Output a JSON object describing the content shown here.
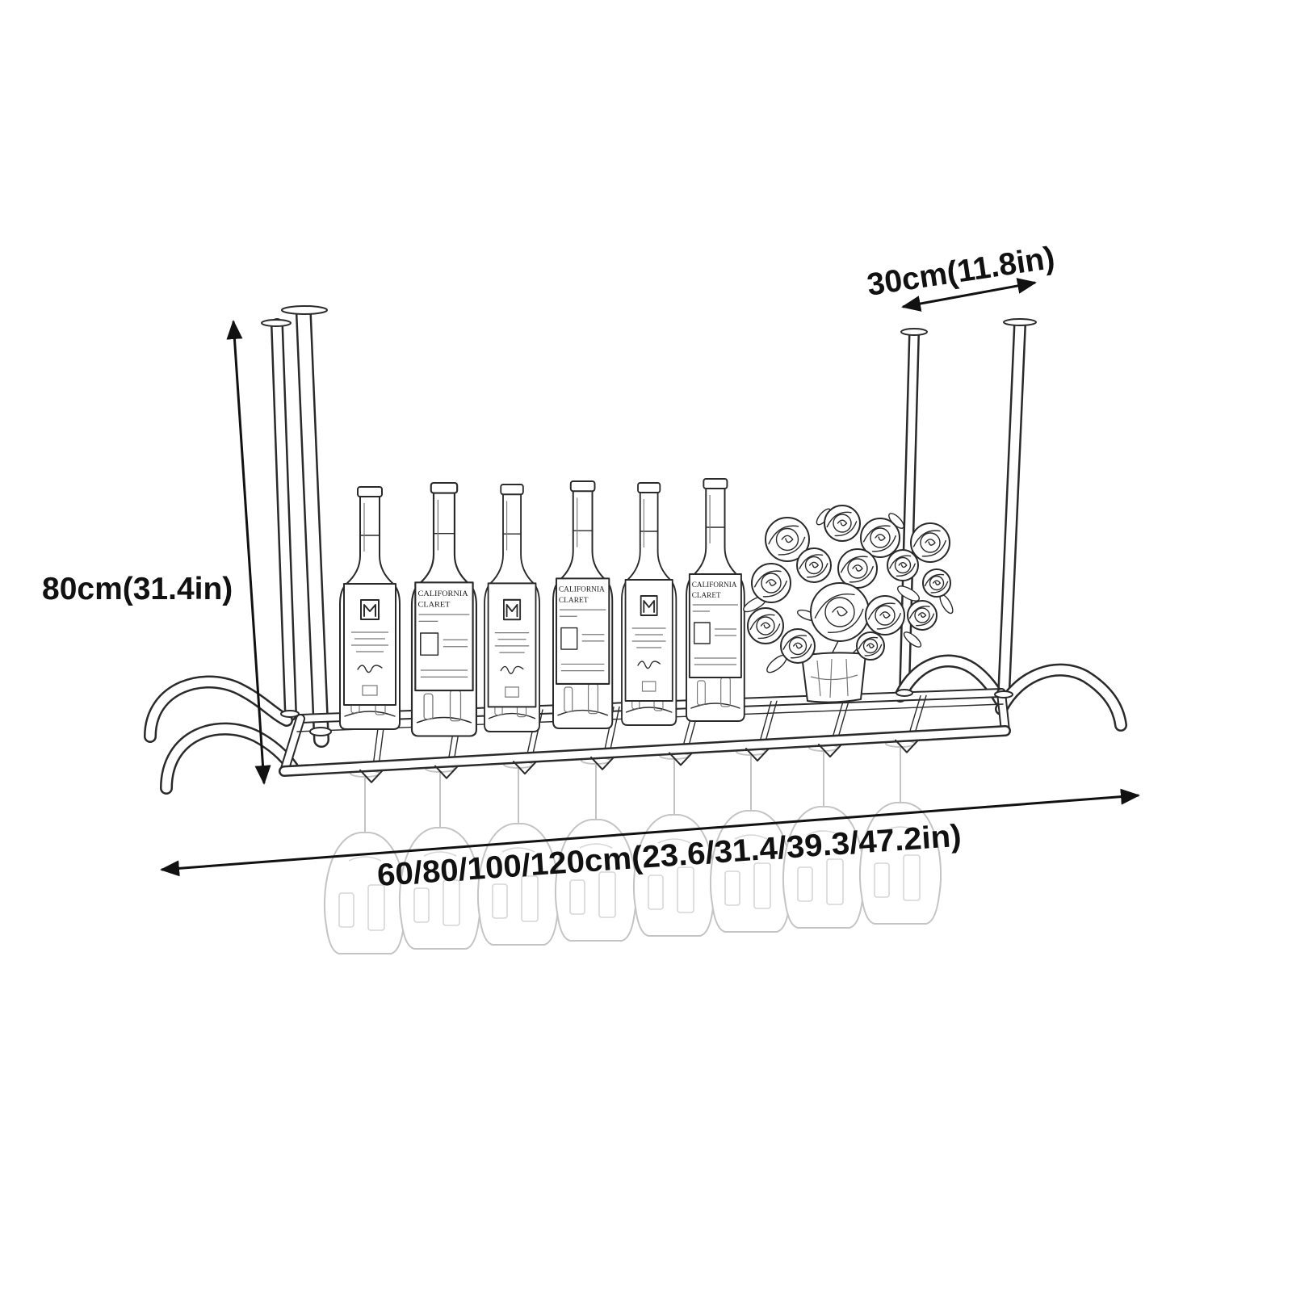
{
  "dimensions": {
    "height_label": "80cm(31.4in)",
    "depth_label": "30cm(11.8in)",
    "width_label": "60/80/100/120cm(23.6/31.4/39.3/47.2in)"
  },
  "bottle_label": {
    "line1": "CALIFORNIA",
    "line2": "CLARET"
  },
  "colors": {
    "ink": "#2a2a2a",
    "glass": "#c4c4c4",
    "background": "#ffffff"
  }
}
